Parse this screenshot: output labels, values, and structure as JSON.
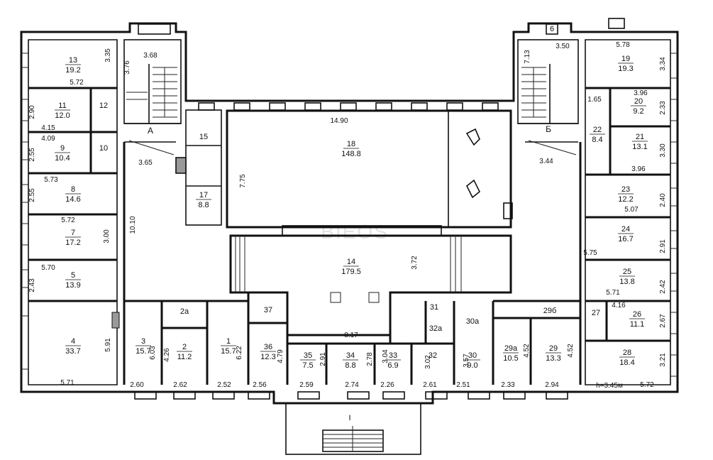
{
  "watermark": "BIEOS",
  "stair_labels": [
    "А",
    "Б"
  ],
  "entrance_label": "I",
  "height_note": "h=3.45м",
  "rooms": [
    {
      "num": "13",
      "area": "19.2"
    },
    {
      "num": "11",
      "area": "12.0"
    },
    {
      "num": "12",
      "area": ""
    },
    {
      "num": "9",
      "area": "10.4"
    },
    {
      "num": "10",
      "area": ""
    },
    {
      "num": "8",
      "area": "14.6"
    },
    {
      "num": "7",
      "area": "17.2"
    },
    {
      "num": "5",
      "area": "13.9"
    },
    {
      "num": "4",
      "area": "33.7"
    },
    {
      "num": "3",
      "area": "15.7"
    },
    {
      "num": "2a",
      "area": ""
    },
    {
      "num": "2",
      "area": "11.2"
    },
    {
      "num": "1",
      "area": "15.7"
    },
    {
      "num": "37",
      "area": ""
    },
    {
      "num": "36",
      "area": "12.3"
    },
    {
      "num": "35",
      "area": "7.5"
    },
    {
      "num": "34",
      "area": "8.8"
    },
    {
      "num": "33",
      "area": "6.9"
    },
    {
      "num": "32",
      "area": ""
    },
    {
      "num": "32a",
      "area": ""
    },
    {
      "num": "31",
      "area": ""
    },
    {
      "num": "30a",
      "area": ""
    },
    {
      "num": "30",
      "area": "9.0"
    },
    {
      "num": "29a",
      "area": "10.5"
    },
    {
      "num": "29",
      "area": "13.3"
    },
    {
      "num": "29б",
      "area": ""
    },
    {
      "num": "28",
      "area": "18.4"
    },
    {
      "num": "27",
      "area": ""
    },
    {
      "num": "26",
      "area": "11.1"
    },
    {
      "num": "25",
      "area": "13.8"
    },
    {
      "num": "24",
      "area": "16.7"
    },
    {
      "num": "23",
      "area": "12.2"
    },
    {
      "num": "22",
      "area": "8.4"
    },
    {
      "num": "21",
      "area": "13.1"
    },
    {
      "num": "20",
      "area": "9.2"
    },
    {
      "num": "19",
      "area": "19.3"
    },
    {
      "num": "18",
      "area": "148.8"
    },
    {
      "num": "17",
      "area": "8.8"
    },
    {
      "num": "15",
      "area": ""
    },
    {
      "num": "14",
      "area": "179.5"
    },
    {
      "num": "6",
      "area": ""
    }
  ],
  "dims": [
    "3.35",
    "5.72",
    "2.90",
    "4.15",
    "4.09",
    "2.55",
    "2.55",
    "5.73",
    "5.72",
    "3.00",
    "5.70",
    "2.43",
    "5.91",
    "5.71",
    "3.68",
    "3.76",
    "3.65",
    "10.10",
    "14.90",
    "7.75",
    "3.72",
    "8.17",
    "2.60",
    "6.03",
    "4.26",
    "2.62",
    "2.52",
    "6.22",
    "2.56",
    "4.79",
    "2.59",
    "2.91",
    "2.74",
    "2.78",
    "2.26",
    "3.04",
    "2.61",
    "3.02",
    "2.51",
    "3.57",
    "2.33",
    "4.52",
    "2.94",
    "4.52",
    "5.72",
    "3.21",
    "2.67",
    "4.16",
    "5.71",
    "2.42",
    "5.75",
    "2.91",
    "5.07",
    "2.40",
    "3.96",
    "3.30",
    "3.96",
    "2.33",
    "1.65",
    "5.78",
    "3.34",
    "3.44",
    "7.13",
    "3.50"
  ]
}
